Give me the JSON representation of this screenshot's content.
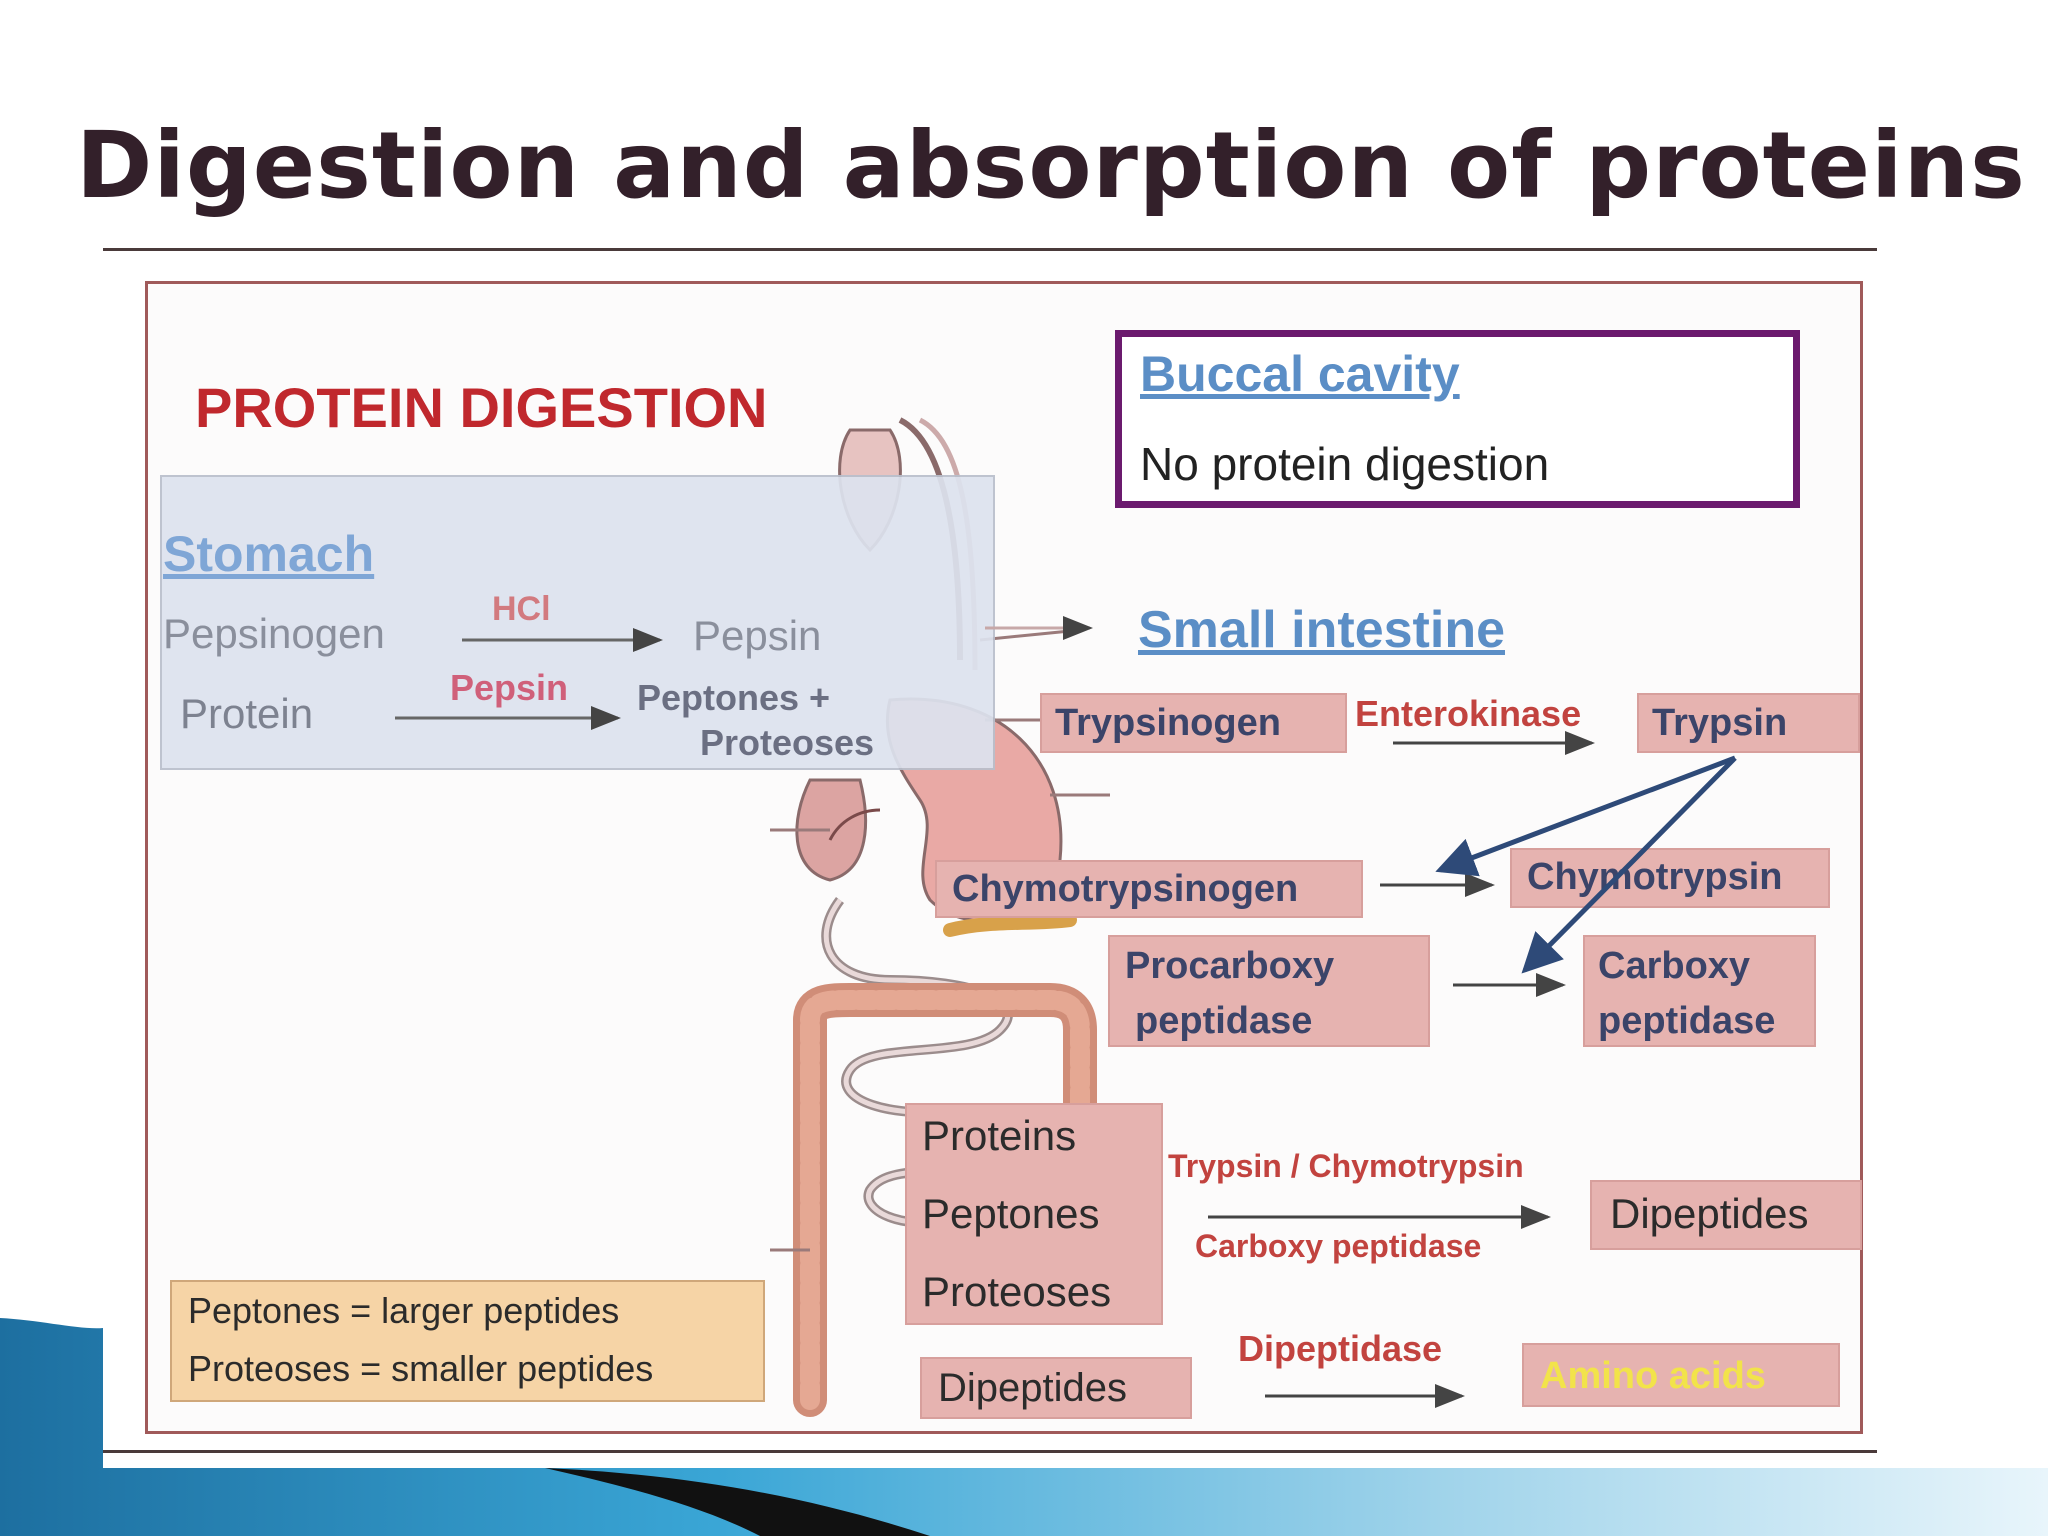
{
  "slide": {
    "title": "Digestion and absorption of proteins"
  },
  "diagram": {
    "heading": "PROTEIN  DIGESTION",
    "buccal": {
      "title": "Buccal cavity",
      "text": "No protein digestion"
    },
    "stomach": {
      "title": "Stomach",
      "row1_substrate": "Pepsinogen",
      "row1_enzyme": "HCl",
      "row1_product": "Pepsin",
      "row2_substrate": "Protein",
      "row2_enzyme": "Pepsin",
      "row2_product_line1": "Peptones +",
      "row2_product_line2": "Proteoses"
    },
    "small_intestine": {
      "title": "Small intestine",
      "trypsinogen": "Trypsinogen",
      "enterokinase": "Enterokinase",
      "trypsin": "Trypsin",
      "chymotrypsinogen": "Chymotrypsinogen",
      "chymotrypsin": "Chymotrypsin",
      "procarboxy_line1": "Procarboxy",
      "procarboxy_line2": "peptidase",
      "carboxy_line1": "Carboxy",
      "carboxy_line2": "peptidase",
      "substrates": [
        "Proteins",
        "Peptones",
        "Proteoses"
      ],
      "enzymes_top": "Trypsin / Chymotrypsin",
      "enzymes_bottom": "Carboxy peptidase",
      "dipeptides_product": "Dipeptides",
      "dipeptides_substrate": "Dipeptides",
      "dipeptidase": "Dipeptidase",
      "amino_acids": "Amino acids"
    },
    "legend": {
      "line1": "Peptones = larger peptides",
      "line2": "Proteoses = smaller peptides"
    }
  },
  "colors": {
    "title_text": "#33202a",
    "heading_red": "#c0282d",
    "link_blue": "#5b8ec6",
    "enzyme_box_pink": "#e6b3b0",
    "buccal_border_purple": "#6b1a6e",
    "legend_orange": "#f6d4a6",
    "amino_acids_text_yellow": "#f2e34a",
    "arrow_navy": "#2e4a78",
    "wave_blue": "#2f8fc2"
  }
}
